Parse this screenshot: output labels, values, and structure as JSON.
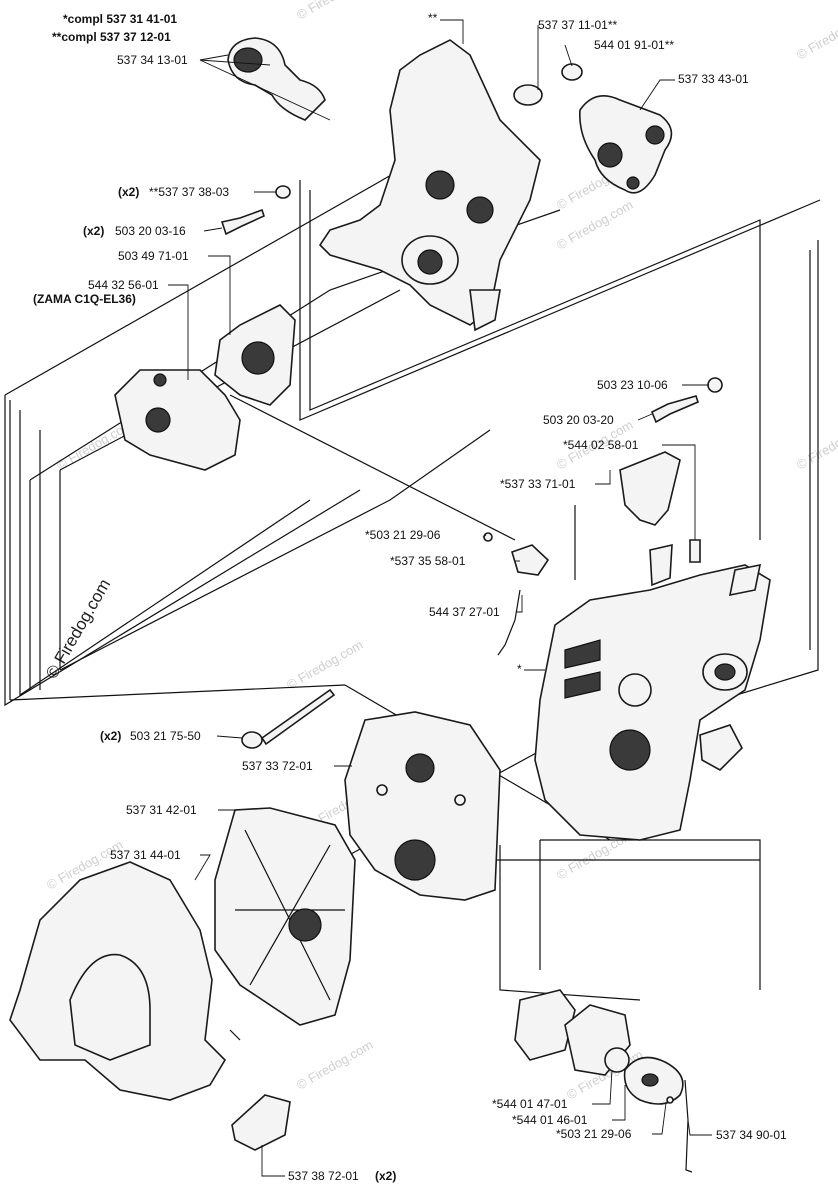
{
  "watermark": {
    "text": "© Firedog.com",
    "large_text": "© Firedog.com"
  },
  "labels": {
    "compl1": "*compl 537 31 41-01",
    "compl2": "**compl 537 37 12-01",
    "p_53734130": "537 34 13-01",
    "star2": "**",
    "p_53737110": "537 37 11-01**",
    "p_54401910": "544 01 91-01**",
    "p_53733430": "537 33 43-01",
    "x2a": "(x2)",
    "p_53737380": "**537 37 38-03",
    "x2b": "(x2)",
    "p_50320031": "503 20 03-16",
    "p_50349710": "503 49 71-01",
    "p_54432560": "544 32 56-01",
    "zama": "(ZAMA C1Q-EL36)",
    "p_50323100": "503 23 10-06",
    "p_50320032": "503 20 03-20",
    "p_54402580": "*544 02 58-01",
    "p_53733710": "*537 33 71-01",
    "p_50321290": "*503 21 29-06",
    "p_53735580": "*537 35 58-01",
    "p_54437270": "544 37 27-01",
    "star1": "*",
    "x2c": "(x2)",
    "p_50321750": "503 21 75-50",
    "p_53733720": "537 33 72-01",
    "p_53731420": "537 31 42-01",
    "p_53731440": "537 31 44-01",
    "p_54401470": "*544 01 47-01",
    "p_54401460": "*544 01 46-01",
    "p_50321291": "*503 21 29-06",
    "p_53734900": "537 34 90-01",
    "p_53738720": "537 38 72-01",
    "x2d": "(x2)"
  }
}
